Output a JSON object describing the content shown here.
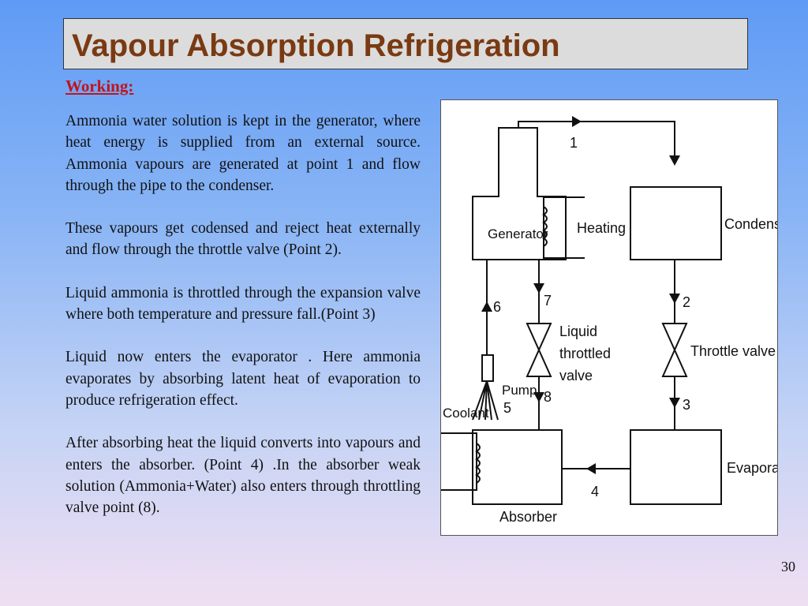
{
  "title": "Vapour Absorption Refrigeration",
  "subheading": "Working:",
  "paragraphs": [
    "Ammonia water solution is kept in the generator, where heat energy is supplied from an external source. Ammonia vapours are generated at point 1 and flow  through the pipe to the condenser.",
    "These vapours get codensed and reject heat externally and flow through the throttle valve (Point 2).",
    "Liquid ammonia is throttled through the expansion valve where both temperature and pressure fall.(Point 3)",
    "Liquid now enters the evaporator . Here ammonia evaporates by absorbing latent heat of evaporation to produce refrigeration effect.",
    "After absorbing heat the liquid converts into vapours and enters the absorber. (Point 4) .In the absorber weak solution (Ammonia+Water) also enters through throttling valve point (8)."
  ],
  "diagram": {
    "generator": "Generator",
    "heating": "Heating",
    "condenser": "Condenser",
    "evaporator": "Evaporator",
    "absorber": "Absorber",
    "coolant": "Coolant",
    "pump": "Pump",
    "throttle_valve": "Throttle valve",
    "liquid_throttled_valve": [
      "Liquid",
      "throttled",
      "valve"
    ],
    "points": [
      "1",
      "2",
      "3",
      "4",
      "5",
      "6",
      "7",
      "8"
    ]
  },
  "page_number": "30"
}
